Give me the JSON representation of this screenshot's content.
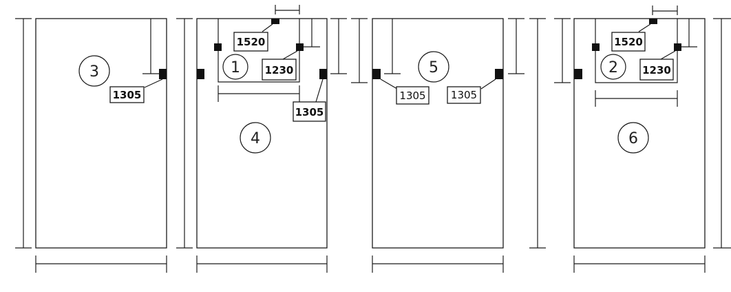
{
  "units": {
    "u3": "3",
    "u4": "4",
    "u5": "5",
    "u6": "6",
    "r1": "1",
    "r2": "2"
  },
  "tags": {
    "t1305_a": "1305",
    "t1520_a": "1520",
    "t1230_a": "1230",
    "t1305_b": "1305",
    "t1305_c": "1305",
    "t1305_d": "1305",
    "t1520_b": "1520",
    "t1230_b": "1230"
  },
  "colors": {
    "line": "#1a1a1a",
    "fixture": "#111111",
    "background": "#ffffff"
  }
}
